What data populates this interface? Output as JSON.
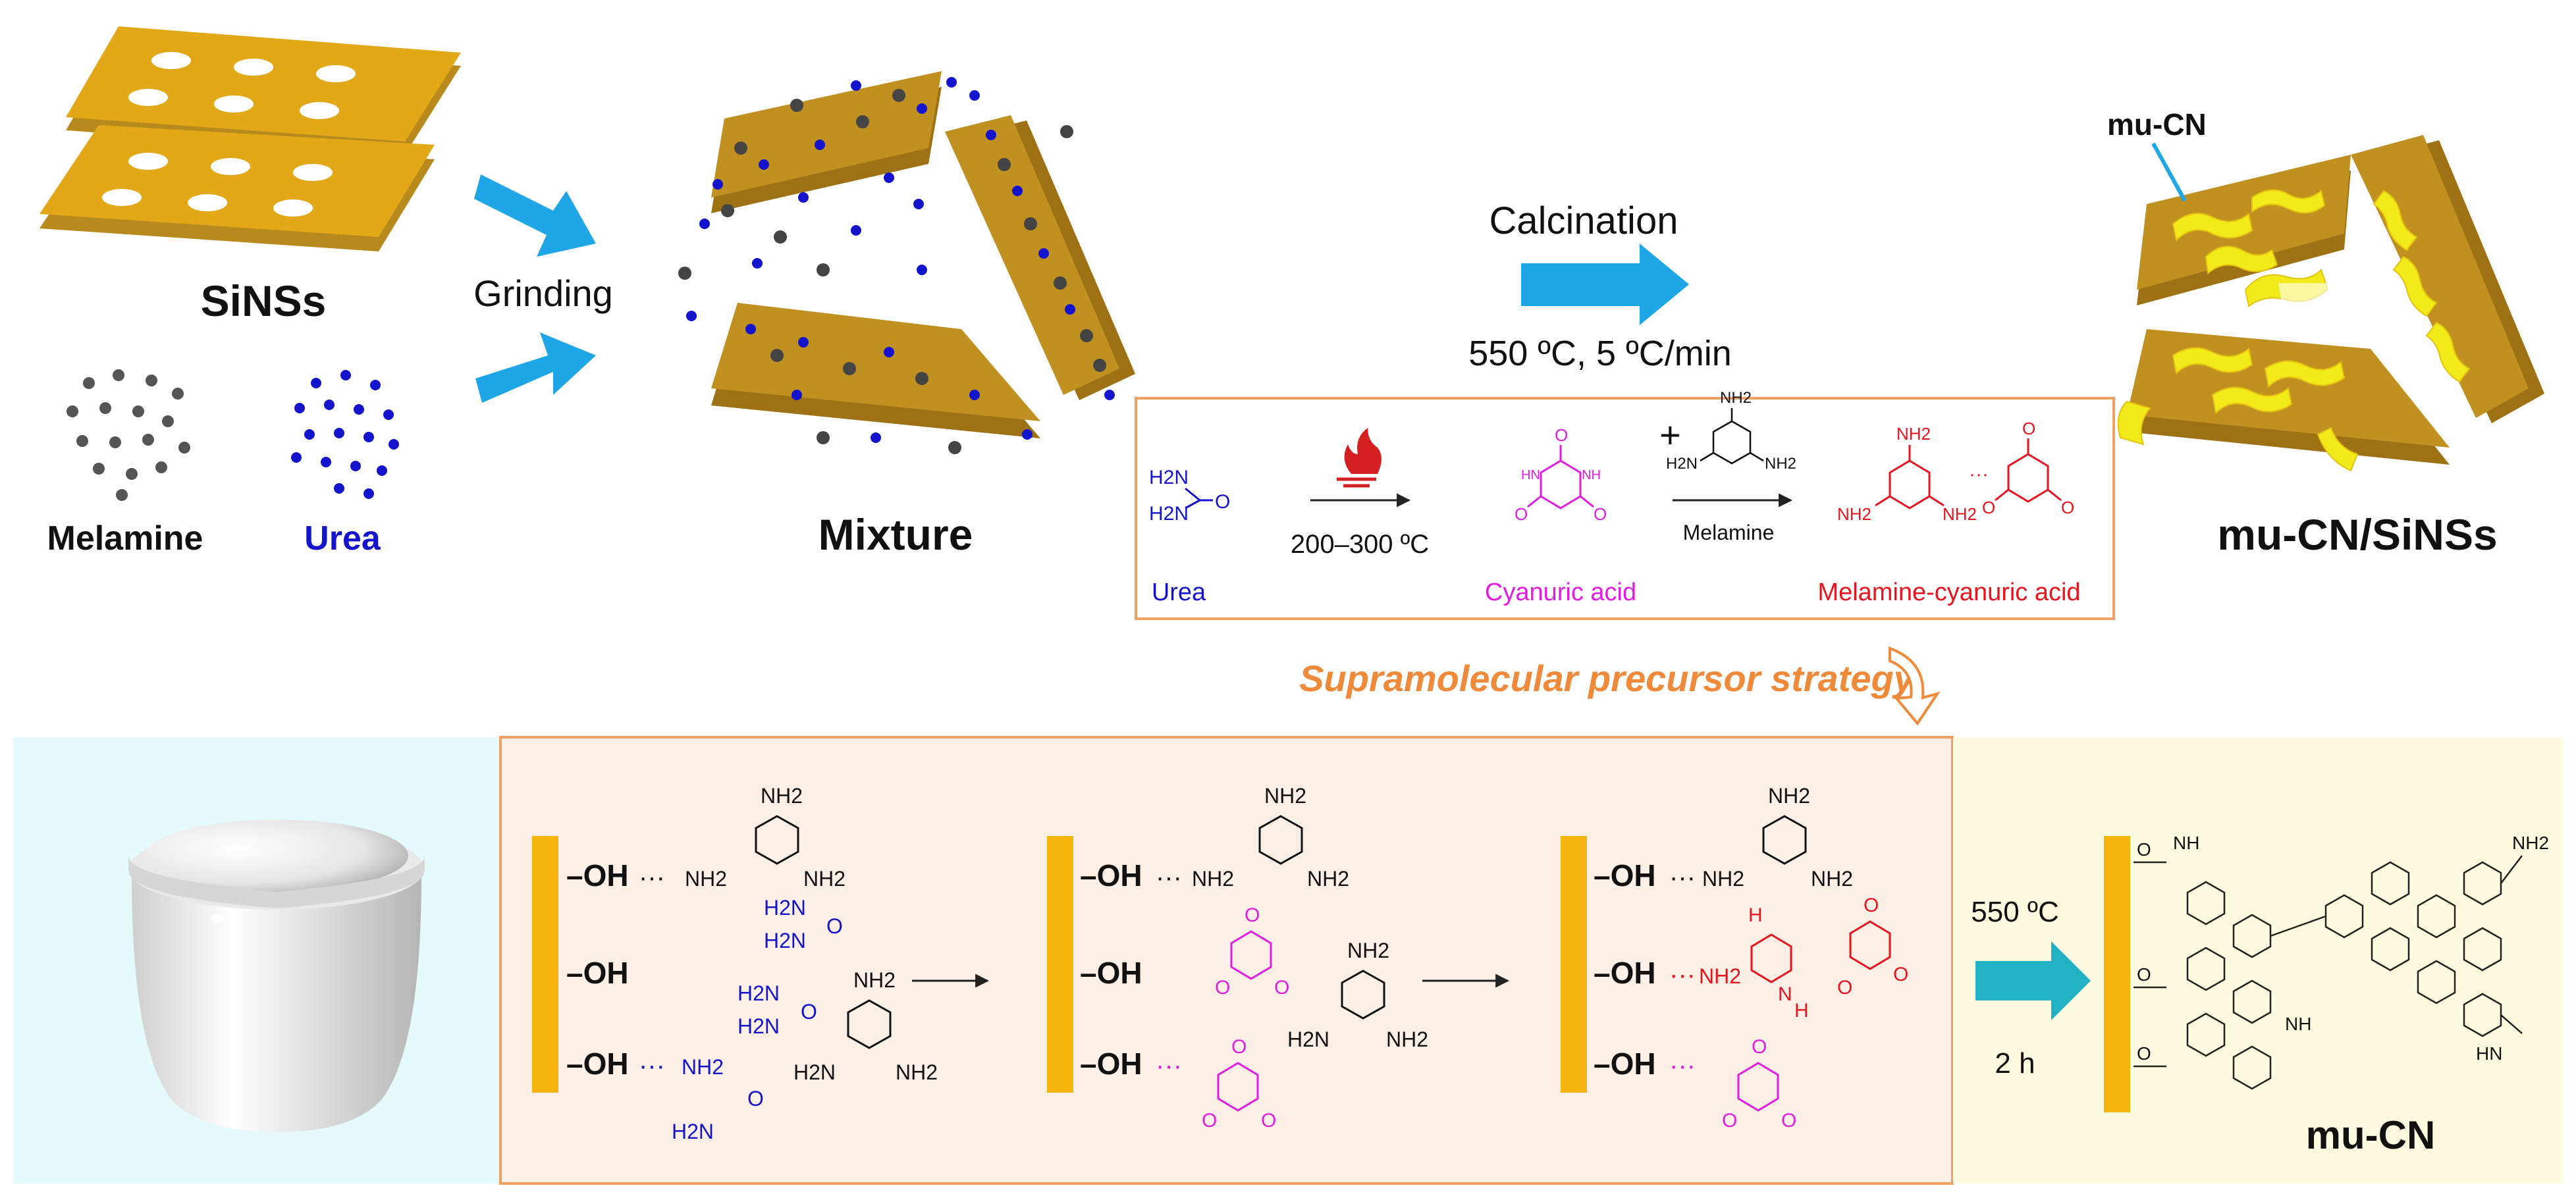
{
  "labels": {
    "sinss": "SiNSs",
    "melamine": "Melamine",
    "urea": "Urea",
    "grinding": "Grinding",
    "mixture": "Mixture",
    "calcination": "Calcination",
    "calc_conditions": "550 ºC, 5 ºC/min",
    "mu_cn_callout": "mu-CN",
    "product": "mu-CN/SiNSs",
    "strategy": "Supramolecular precursor strategy",
    "bottom_temp": "550 ºC",
    "bottom_time": "2 h",
    "bottom_product": "mu-CN"
  },
  "reaction": {
    "urea_name": "Urea",
    "heat_condition": "200–300 ºC",
    "cyanuric_name": "Cyanuric acid",
    "plus": "+",
    "melamine_reagent": "Melamine",
    "complex_name": "Melamine-cyanuric acid"
  },
  "chem": {
    "oh": "OH",
    "dash_oh": "–OH",
    "nh2": "NH2",
    "h2n": "H2N",
    "nh": "NH",
    "hn": "HN",
    "o": "O",
    "n": "N",
    "h": "H",
    "dots": "···"
  },
  "colors": {
    "gold": "#F5B50E",
    "gold_dark": "#9E7114",
    "urea_blue": "#1414CC",
    "cyanuric_magenta": "#E11EE0",
    "complex_red": "#E8141E",
    "arrow_blue": "#1FA6E6",
    "arrow_teal": "#22B2C4",
    "orange_border": "#F0A060",
    "strategy_orange": "#EE8A3A",
    "panel_cyan": "#E4FAFB",
    "panel_peach": "#FCEFE6",
    "panel_yellow": "#FDFCE0",
    "mu_cn_yellow": "#F2EA1A"
  },
  "icons": [
    "sinss-stack",
    "melamine-dots",
    "urea-dots",
    "grinding-arrows",
    "mixture-sheets",
    "calcination-arrow",
    "flame-icon",
    "crucible-icon",
    "curved-arrow-icon"
  ]
}
